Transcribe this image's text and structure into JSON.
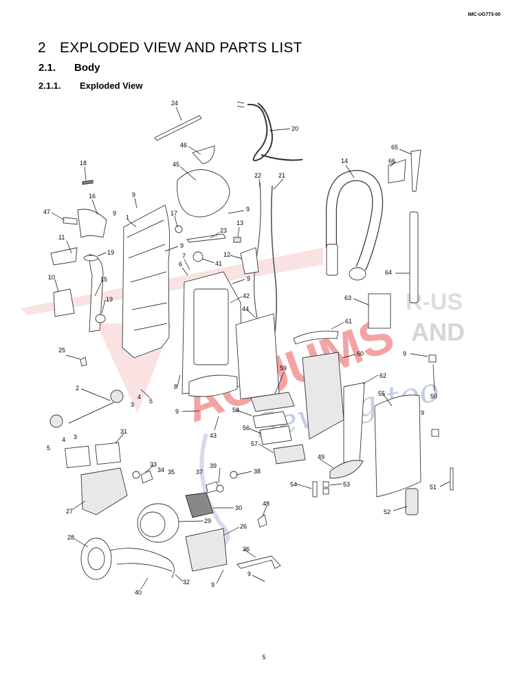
{
  "doc_id": "IMC-UG773-00",
  "heading1": {
    "num": "2",
    "text": "EXPLODED VIEW AND PARTS LIST"
  },
  "heading2": {
    "num": "2.1.",
    "text": "Body"
  },
  "heading3": {
    "num": "2.1.1.",
    "text": "Exploded View"
  },
  "page_number": "5",
  "watermark": {
    "line1": "ACUUMS",
    "line2": "R-US",
    "line3": "AND",
    "line4": "Sewing too",
    "color_red": "#e8393a",
    "color_blue": "#3a55a8"
  },
  "callouts": [
    "24",
    "20",
    "46",
    "45",
    "18",
    "22",
    "21",
    "14",
    "65",
    "66",
    "9",
    "16",
    "47",
    "1",
    "9",
    "17",
    "9",
    "13",
    "11",
    "19",
    "9",
    "23",
    "10",
    "15",
    "7",
    "6",
    "41",
    "12",
    "9",
    "19",
    "42",
    "44",
    "63",
    "64",
    "61",
    "25",
    "60",
    "9",
    "8",
    "59",
    "62",
    "50",
    "2",
    "5",
    "4",
    "3",
    "55",
    "9",
    "58",
    "9",
    "43",
    "56",
    "4",
    "3",
    "57",
    "5",
    "31",
    "49",
    "33",
    "34",
    "35",
    "37",
    "39",
    "38",
    "54",
    "53",
    "51",
    "27",
    "30",
    "48",
    "52",
    "29",
    "26",
    "28",
    "36",
    "32",
    "9",
    "9",
    "40"
  ]
}
